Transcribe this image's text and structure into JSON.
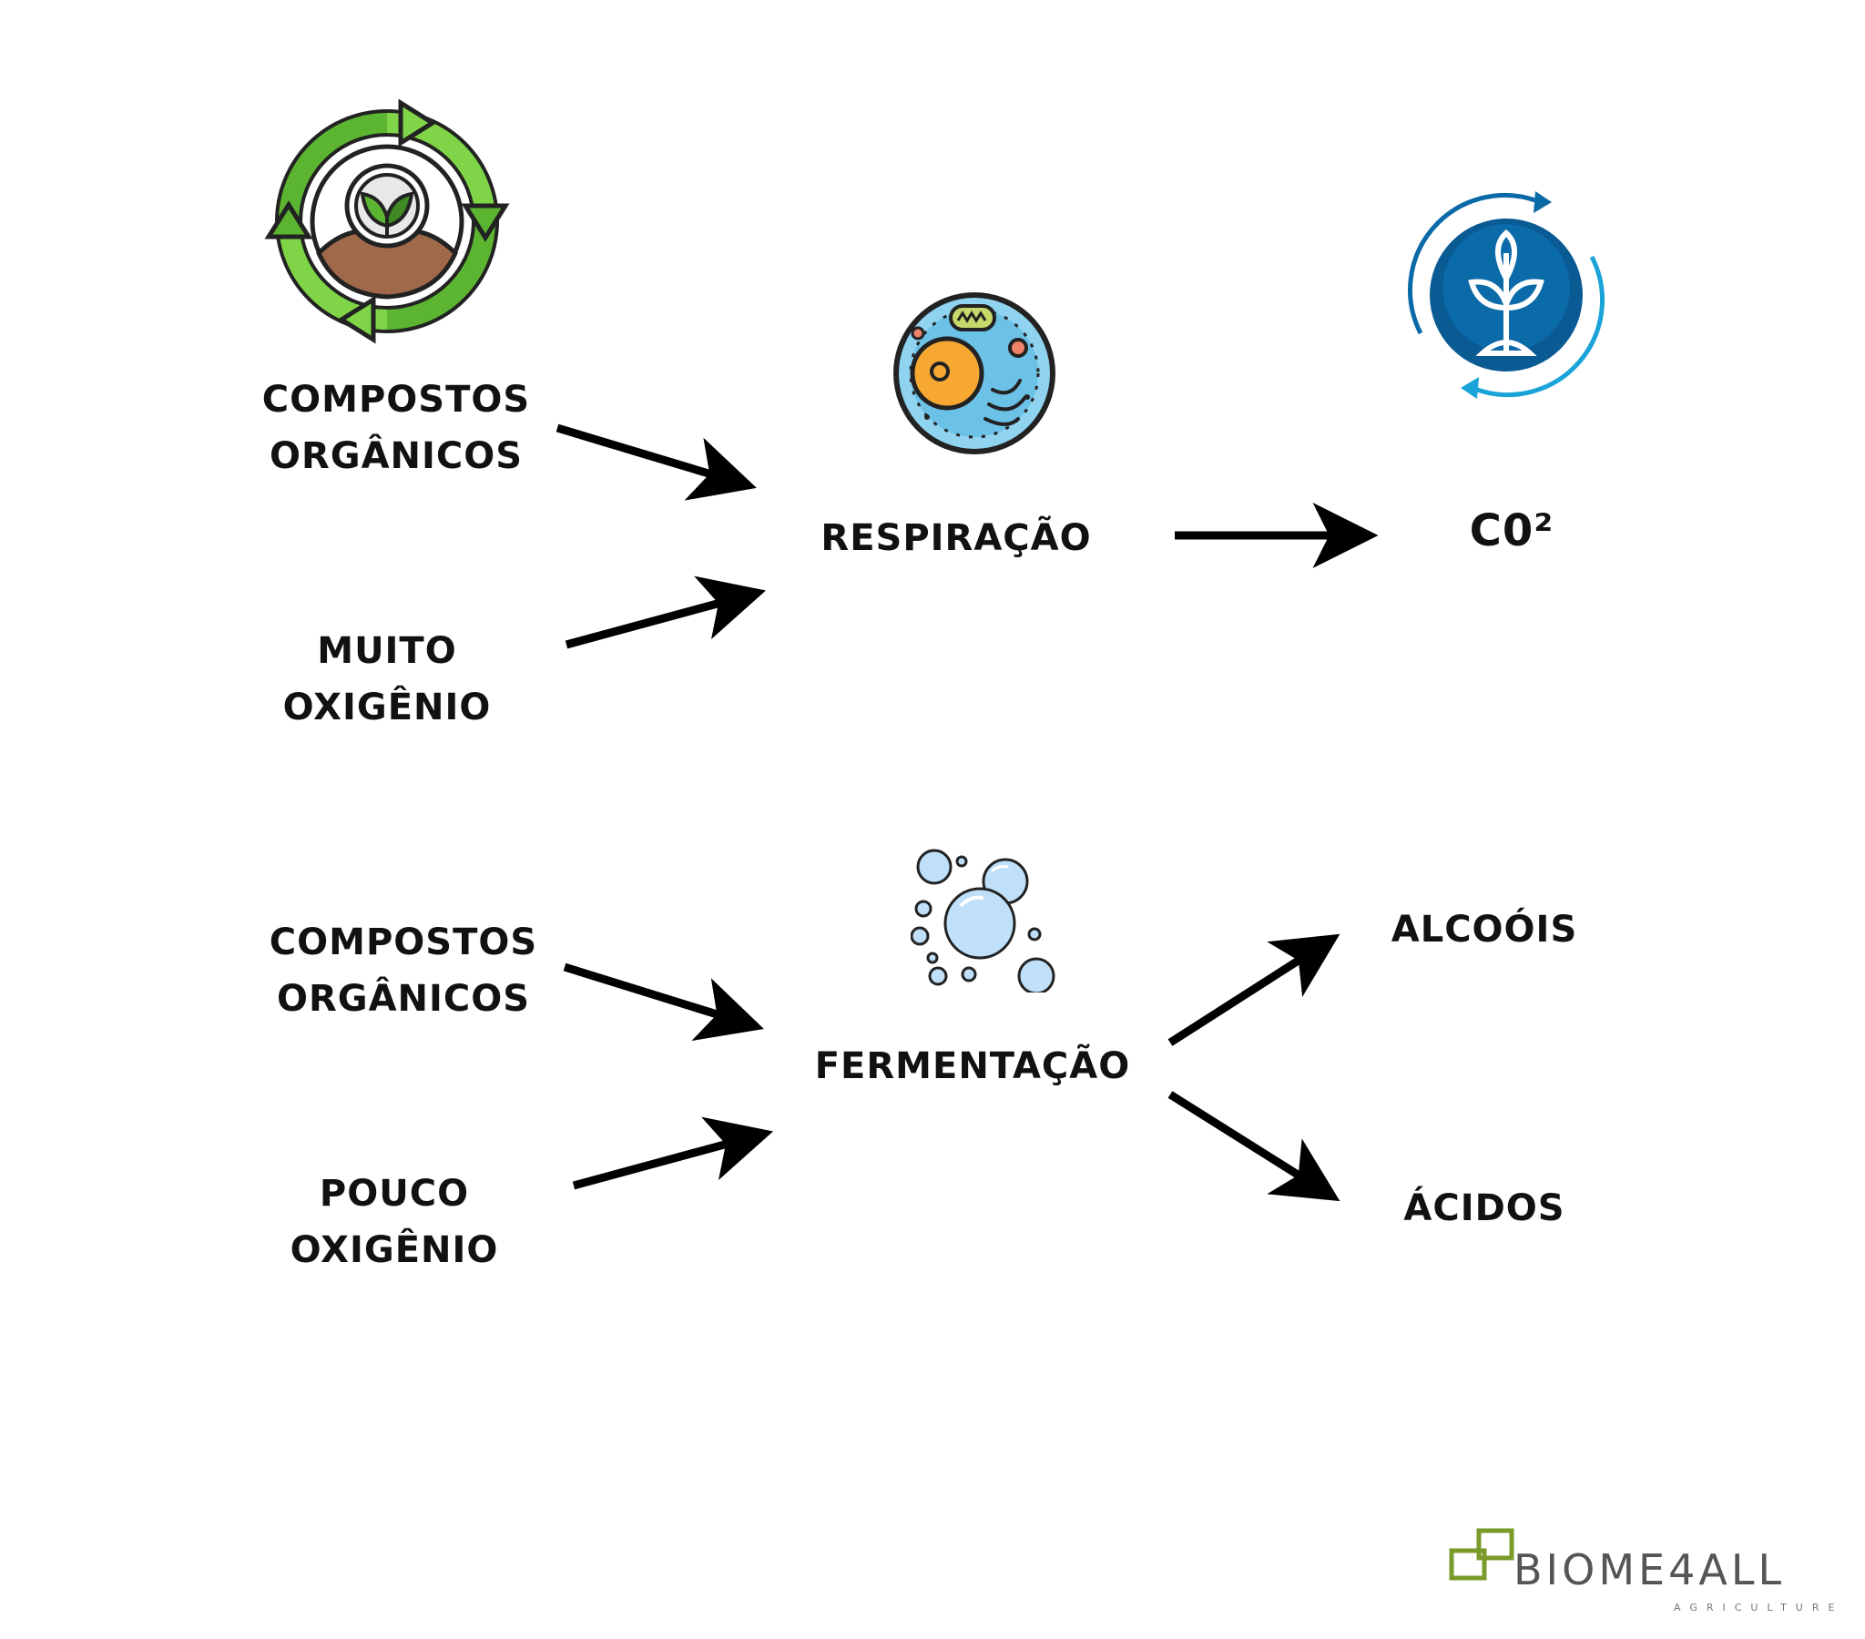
{
  "top_row": {
    "input1": [
      "COMPOSTOS",
      "ORGÂNICOS"
    ],
    "input2": [
      "MUITO",
      "OXIGÊNIO"
    ],
    "process": "RESPIRAÇÃO",
    "output": "C0²"
  },
  "bottom_row": {
    "input1": [
      "COMPOSTOS",
      "ORGÂNICOS"
    ],
    "input2": [
      "POUCO",
      "OXIGÊNIO"
    ],
    "process": "FERMENTAÇÃO",
    "output1": "ALCOÓIS",
    "output2": "ÁCIDOS"
  },
  "logo": {
    "name": "BIOME4ALL",
    "sub": "AGRICULTURE"
  },
  "icons": {
    "compost": "compost-cycle-icon",
    "cell": "cell-icon",
    "carbon": "plant-cycle-icon",
    "bubbles": "bubbles-icon"
  },
  "colors": {
    "green": "#5cb531",
    "soil": "#a0694a",
    "blue": "#0a5a94",
    "cell": "#8fd3f0",
    "bubble": "#bfe0f8"
  }
}
